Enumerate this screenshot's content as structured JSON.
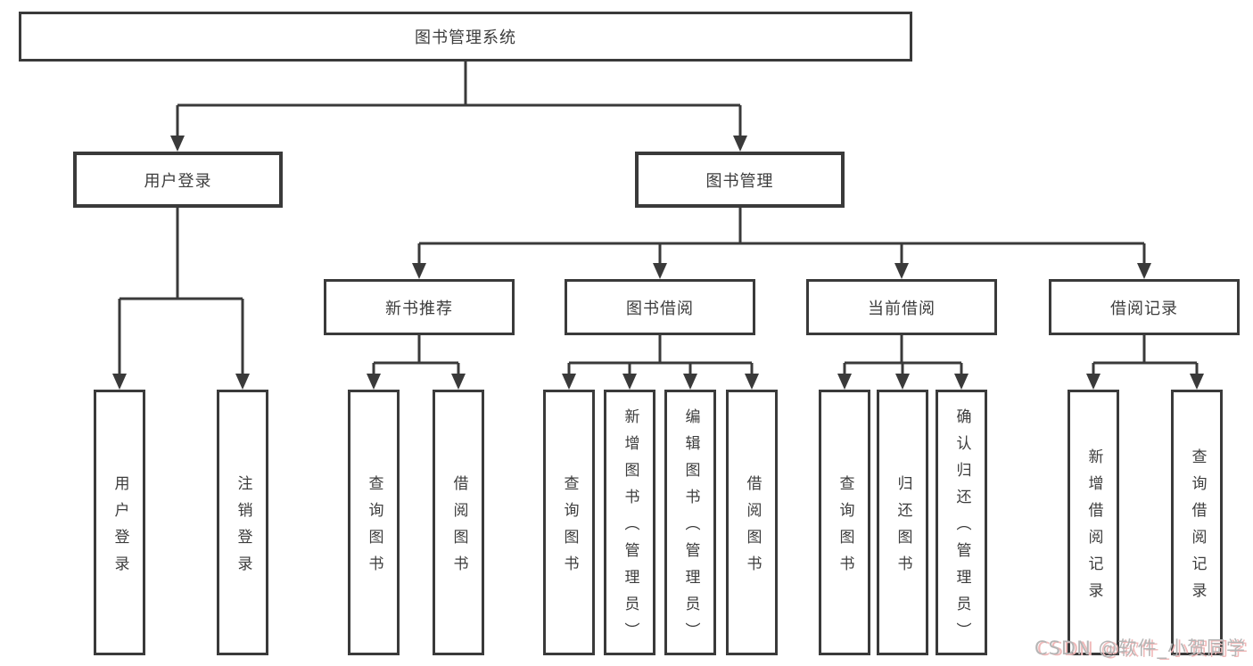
{
  "diagram": {
    "root": {
      "label": "图书管理系统"
    },
    "branches": {
      "user_login": {
        "label": "用户登录",
        "children": [
          {
            "label": "用户登录"
          },
          {
            "label": "注销登录"
          }
        ]
      },
      "book_management": {
        "label": "图书管理",
        "sections": {
          "new_book": {
            "label": "新书推荐",
            "children": [
              {
                "label": "查询图书"
              },
              {
                "label": "借阅图书"
              }
            ]
          },
          "book_borrow": {
            "label": "图书借阅",
            "children": [
              {
                "label": "查询图书"
              },
              {
                "label": "新增图书（管理员）"
              },
              {
                "label": "编辑图书（管理员）"
              },
              {
                "label": "借阅图书"
              }
            ]
          },
          "current_borrow": {
            "label": "当前借阅",
            "children": [
              {
                "label": "查询图书"
              },
              {
                "label": "归还图书"
              },
              {
                "label": "确认归还（管理员）"
              }
            ]
          },
          "borrow_records": {
            "label": "借阅记录",
            "children": [
              {
                "label": "新增借阅记录"
              },
              {
                "label": "查询借阅记录"
              }
            ]
          }
        }
      }
    }
  },
  "watermark": {
    "text": "CSDN @软件_小贺同学"
  },
  "colors": {
    "line": "#3a3a3a",
    "box_border": "#3a3a3a",
    "text": "#3d3d3d",
    "background": "#ffffff",
    "watermark_text": "#b5b5b5",
    "watermark_shadow": "#f0b9b9"
  }
}
